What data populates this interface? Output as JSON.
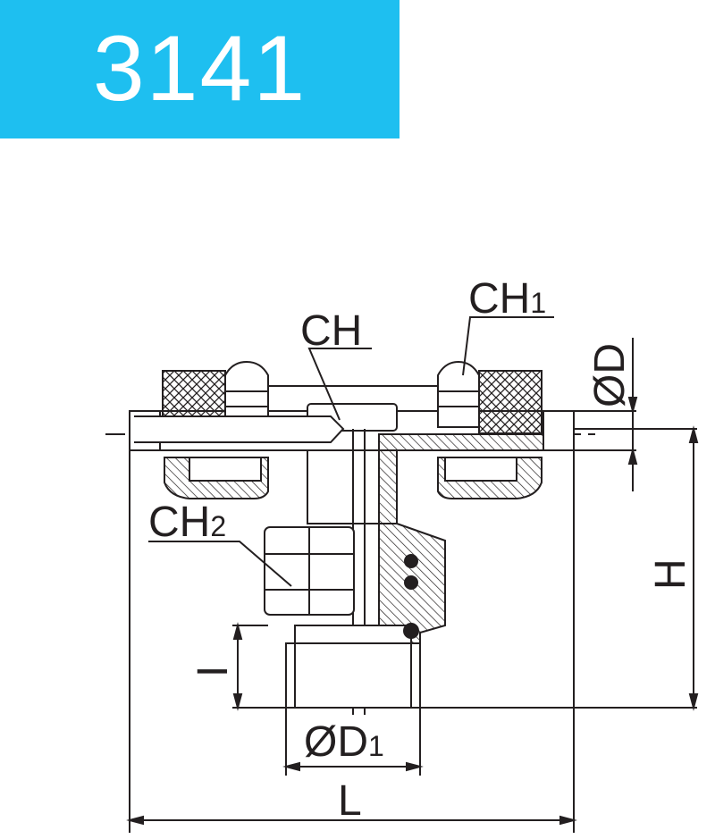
{
  "header": {
    "code": "3141",
    "accent": "#1ebff0"
  },
  "labels": {
    "ch": "CH",
    "ch1_main": "CH",
    "ch1_sub": "1",
    "ch2_main": "CH",
    "ch2_sub": "2",
    "od": "ØD",
    "od1_main": "ØD",
    "od1_sub": "1",
    "h": "H",
    "l": "L",
    "i": "I"
  },
  "colors": {
    "ink": "#231f20",
    "background": "#ffffff"
  }
}
